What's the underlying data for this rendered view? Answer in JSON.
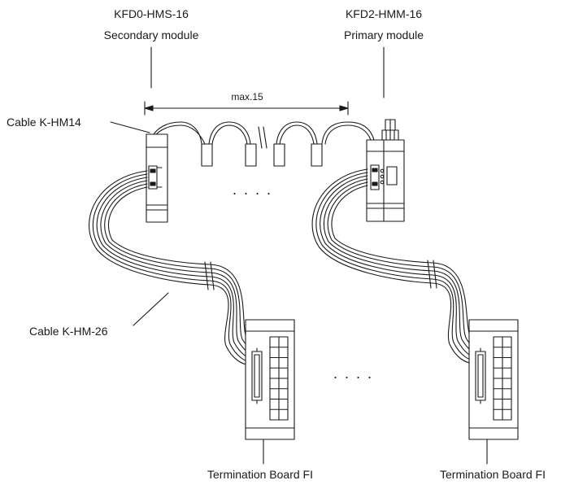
{
  "labels": {
    "secondary_part": "KFD0-HMS-16",
    "secondary_name": "Secondary module",
    "primary_part": "KFD2-HMM-16",
    "primary_name": "Primary module",
    "distance": "max.15",
    "cable_hm14": "Cable K-HM14",
    "cable_hm26": "Cable K-HM-26",
    "dots_top": ". . . .",
    "dots_bottom": ". . . .",
    "termination_left": "Termination Board FI",
    "termination_right": "Termination Board FI"
  },
  "colors": {
    "line": "#1a1a1a",
    "fill": "#ffffff"
  }
}
